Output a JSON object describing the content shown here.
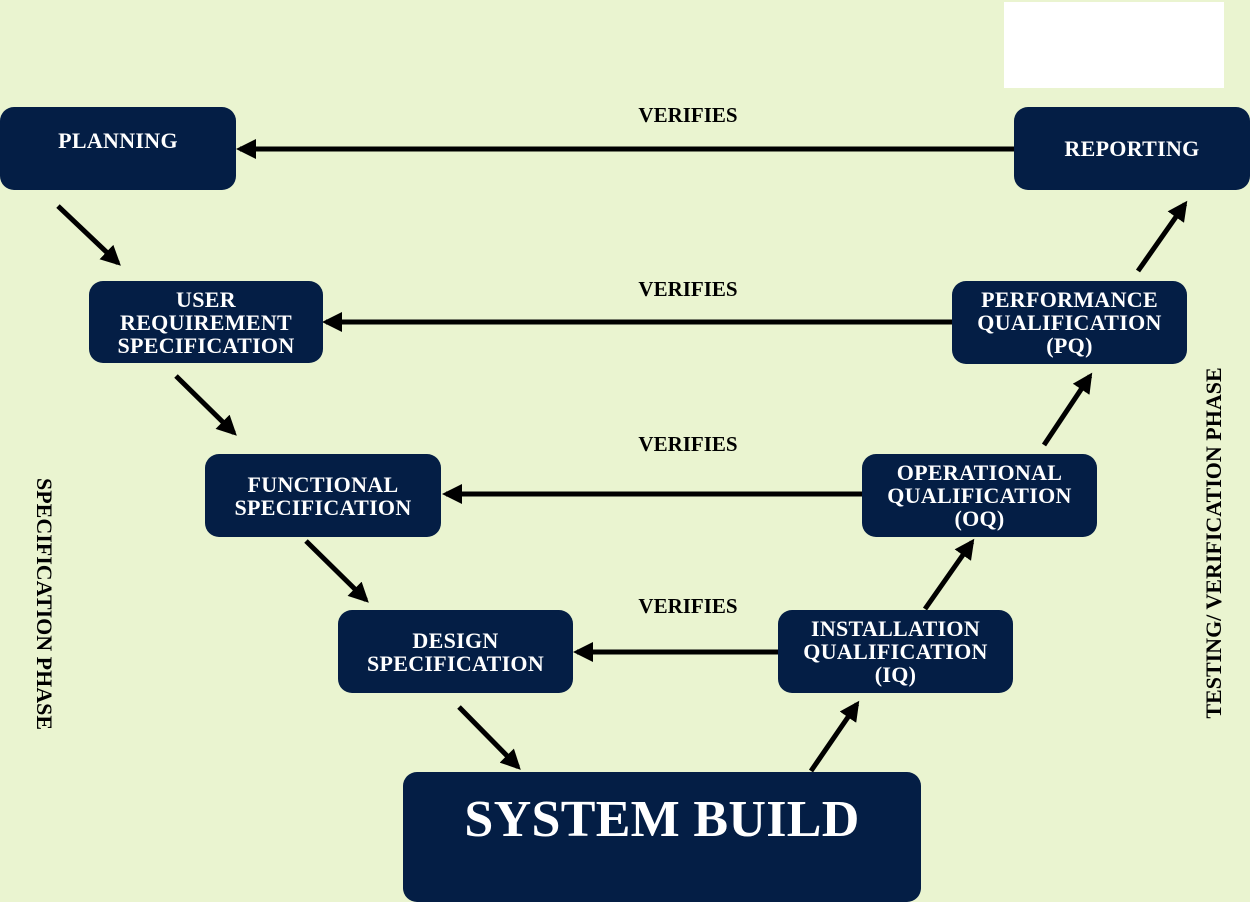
{
  "colors": {
    "background": "#eaf4d0",
    "box": "#041e45",
    "box_text": "#ffffff",
    "arrow": "#000000"
  },
  "phases": {
    "left": "SPECIFICATION PHASE",
    "right": "TESTING/ VERIFICATION PHASE"
  },
  "nodes": {
    "planning": [
      "PLANNING"
    ],
    "urs": [
      "USER",
      "REQUIREMENT",
      "SPECIFICATION"
    ],
    "fs": [
      "FUNCTIONAL",
      "SPECIFICATION"
    ],
    "ds": [
      "DESIGN",
      "SPECIFICATION"
    ],
    "build": [
      "SYSTEM BUILD"
    ],
    "iq": [
      "INSTALLATION",
      "QUALIFICATION",
      "(IQ)"
    ],
    "oq": [
      "OPERATIONAL",
      "QUALIFICATION",
      "(OQ)"
    ],
    "pq": [
      "PERFORMANCE",
      "QUALIFICATION",
      "(PQ)"
    ],
    "reporting": [
      "REPORTING"
    ]
  },
  "edges": [
    {
      "from": "planning",
      "to": "urs"
    },
    {
      "from": "urs",
      "to": "fs"
    },
    {
      "from": "fs",
      "to": "ds"
    },
    {
      "from": "ds",
      "to": "build"
    },
    {
      "from": "build",
      "to": "iq"
    },
    {
      "from": "iq",
      "to": "oq"
    },
    {
      "from": "oq",
      "to": "pq"
    },
    {
      "from": "pq",
      "to": "reporting"
    },
    {
      "from": "reporting",
      "to": "planning",
      "label": "VERIFIES"
    },
    {
      "from": "pq",
      "to": "urs",
      "label": "VERIFIES"
    },
    {
      "from": "oq",
      "to": "fs",
      "label": "VERIFIES"
    },
    {
      "from": "iq",
      "to": "ds",
      "label": "VERIFIES"
    }
  ],
  "verify_labels": [
    "VERIFIES",
    "VERIFIES",
    "VERIFIES",
    "VERIFIES"
  ]
}
